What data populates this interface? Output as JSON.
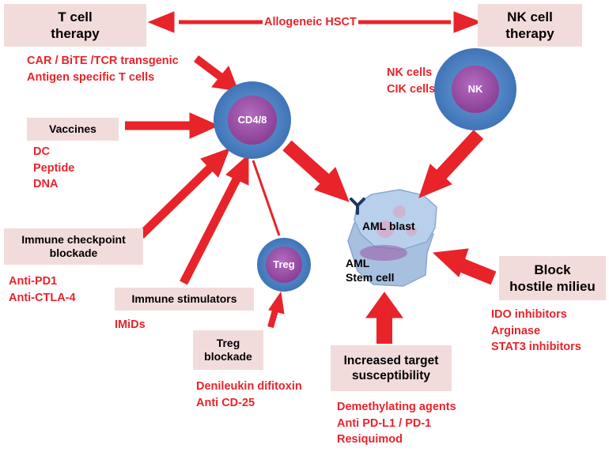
{
  "boxes": {
    "t_cell": [
      "T cell",
      "therapy"
    ],
    "nk_cell": [
      "NK cell",
      "therapy"
    ],
    "vaccines": "Vaccines",
    "checkpoint": [
      "Immune checkpoint",
      "blockade"
    ],
    "stimulators": "Immune stimulators",
    "treg_blockade": [
      "Treg",
      "blockade"
    ],
    "target": [
      "Increased target",
      "susceptibility"
    ],
    "hostile": [
      "Block",
      "hostile milieu"
    ]
  },
  "center_label": "Allogeneic HSCT",
  "red_lists": {
    "t_cell": [
      "CAR / BiTE /TCR transgenic",
      "Antigen specific  T cells"
    ],
    "nk": [
      "NK cells",
      "CIK cells"
    ],
    "vaccines": [
      "DC",
      "Peptide",
      "DNA"
    ],
    "checkpoint": [
      "Anti-PD1",
      "Anti-CTLA-4"
    ],
    "stimulators": [
      "IMiDs"
    ],
    "treg": [
      "Denileukin difitoxin",
      "Anti CD-25"
    ],
    "target": [
      "Demethylating agents",
      "Anti  PD-L1 / PD-1",
      "Resiquimod"
    ],
    "hostile": [
      "IDO inhibitors",
      "Arginase",
      "STAT3 inhibitors"
    ]
  },
  "cells": {
    "cd48": "CD4/8",
    "nk": "NK",
    "treg": "Treg",
    "aml_blast": "AML blast",
    "aml_stem": [
      "AML",
      "Stem cell"
    ]
  },
  "colors": {
    "arrow": "#e8232a",
    "box_bg": "#f2dcdb",
    "cell_outer": "#4f81bd",
    "cell_inner": "#9b4fa0",
    "aml": "#a9c4e4"
  }
}
